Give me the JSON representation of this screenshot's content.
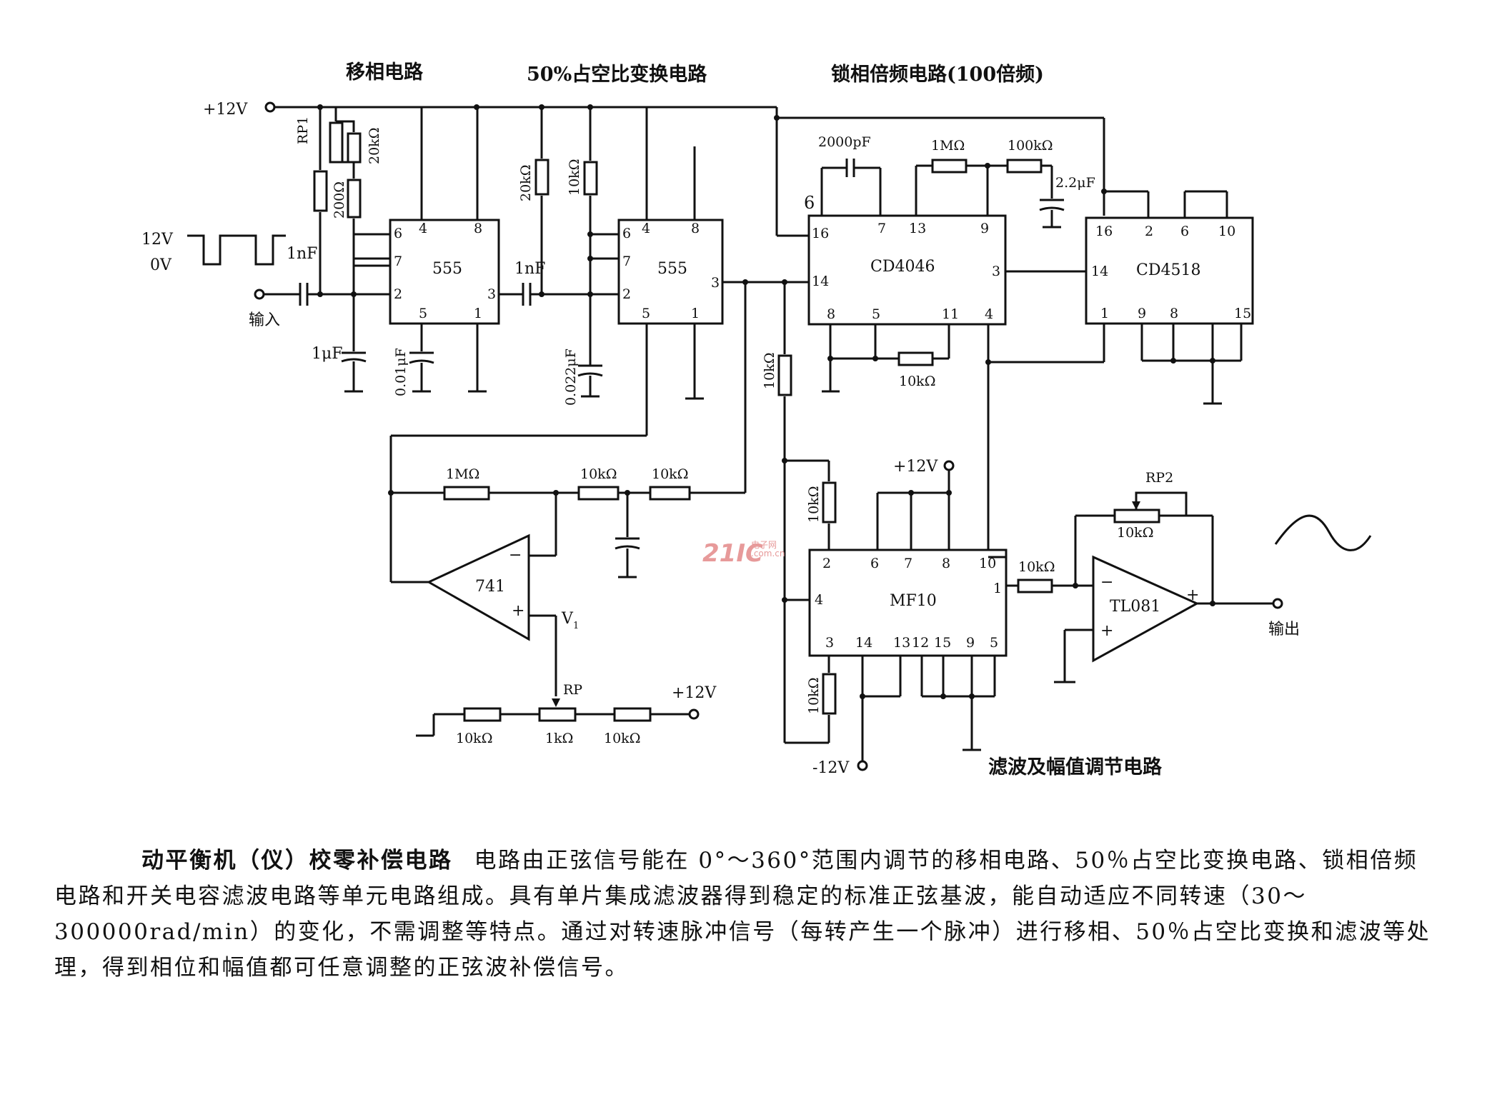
{
  "titles": {
    "phase_shift": "移相电路",
    "duty_cycle": "50%占空比变换电路",
    "pll": "锁相倍频电路(100倍频)",
    "filter": "滤波及幅值调节电路"
  },
  "chips": {
    "u1": {
      "name": "555",
      "pins": [
        "6",
        "4",
        "8",
        "7",
        "2",
        "3",
        "5",
        "1"
      ]
    },
    "u2": {
      "name": "555",
      "pins": [
        "6",
        "4",
        "8",
        "7",
        "2",
        "3",
        "5",
        "1"
      ]
    },
    "u3": {
      "name": "CD4046",
      "pins": [
        "16",
        "7",
        "13",
        "9",
        "14",
        "3",
        "8",
        "5",
        "11",
        "4"
      ],
      "side_pin": "6"
    },
    "u4": {
      "name": "CD4518",
      "pins": [
        "16",
        "2",
        "6",
        "10",
        "14",
        "1",
        "9",
        "8",
        "15"
      ]
    },
    "u5": {
      "name": "MF10",
      "pins": [
        "2",
        "6",
        "7",
        "8",
        "10",
        "4",
        "1",
        "3",
        "14",
        "13",
        "12",
        "15",
        "9",
        "5"
      ]
    },
    "u6": {
      "name": "741",
      "minus": "−",
      "plus": "+"
    },
    "u7": {
      "name": "TL081",
      "minus": "−",
      "plus": "+",
      "out_plus": "+"
    }
  },
  "labels": {
    "vcc_top": "+12V",
    "rp1": "RP1",
    "r_20k_top": "20kΩ",
    "r_200": "200Ω",
    "pulse_high": "12V",
    "pulse_low": "0V",
    "c_1nf_a": "1nF",
    "input": "输入",
    "c_1uf": "1μF",
    "c_001uf": "0.01μF",
    "r_20k_2": "20kΩ",
    "r_10k_2": "10kΩ",
    "c_1nf_b": "1nF",
    "c_0022uf": "0.022μF",
    "c_2000pf": "2000pF",
    "r_1m_pll": "1MΩ",
    "r_100k": "100kΩ",
    "c_22uf": "2.2μF",
    "r_10k_pll": "10kΩ",
    "r_10k_vert": "10kΩ",
    "r_1m_fb": "1MΩ",
    "r_10k_fb1": "10kΩ",
    "r_10k_fb2": "10kΩ",
    "v1": "V",
    "v1_sub": "1",
    "rp": "RP",
    "vcc_rp": "+12V",
    "r_10k_rp1": "10kΩ",
    "r_1k_rp": "1kΩ",
    "r_10k_rp2": "10kΩ",
    "vcc_mf10": "+12V",
    "r_10k_mf1": "10kΩ",
    "r_10k_mf2": "10kΩ",
    "vee": "-12V",
    "r_10k_out": "10kΩ",
    "rp2": "RP2",
    "r_10k_rp2_label": "10kΩ",
    "output": "输出"
  },
  "watermark": {
    "brand": "21IC",
    "small1": "电子网",
    "small2": ".com.cn"
  },
  "description": {
    "heading": "动平衡机（仪）校零补偿电路",
    "body": "电路由正弦信号能在 0°～360°范围内调节的移相电路、50％占空比变换电路、锁相倍频电路和开关电容滤波电路等单元电路组成。具有单片集成滤波器得到稳定的标准正弦基波，能自动适应不同转速（30～300000rad/min）的变化，不需调整等特点。通过对转速脉冲信号（每转产生一个脉冲）进行移相、50％占空比变换和滤波等处理，得到相位和幅值都可任意调整的正弦波补偿信号。"
  }
}
